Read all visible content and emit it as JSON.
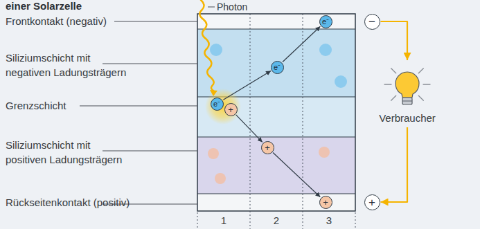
{
  "diagram": {
    "title": "einer Solarzelle",
    "nodes": [
      {
        "text": [
          "e⁻"
        ]
      },
      {
        "text": [
          "+"
        ]
      },
      {
        "text": [
          "e⁻"
        ]
      },
      {
        "text": [
          "+"
        ]
      },
      {
        "text": [
          "e⁻"
        ]
      },
      {
        "text": [
          "+"
        ]
      },
      {
        "text": [
          "−"
        ]
      },
      {
        "text": [
          "Verbraucher"
        ]
      },
      {
        "text": [
          "+"
        ]
      }
    ],
    "edges": [
      {
        "from": 0,
        "to": 2,
        "arrow": "to"
      },
      {
        "from": 2,
        "to": 4,
        "arrow": "to"
      },
      {
        "from": 1,
        "to": 3,
        "arrow": "to"
      },
      {
        "from": 3,
        "to": 5,
        "arrow": "to"
      },
      {
        "from": 6,
        "to": 7,
        "arrow": "to"
      },
      {
        "from": 7,
        "to": 8,
        "arrow": "to"
      }
    ],
    "labels": [
      "Photon",
      "Frontkontakt (negativ)",
      "Siliziumschicht mit negativen Ladungsträgern",
      "Grenzschicht",
      "Siliziumschicht mit positiven Ladungsträgern",
      "Rückseitenkontakt (positiv)",
      "1",
      "2",
      "3"
    ]
  }
}
